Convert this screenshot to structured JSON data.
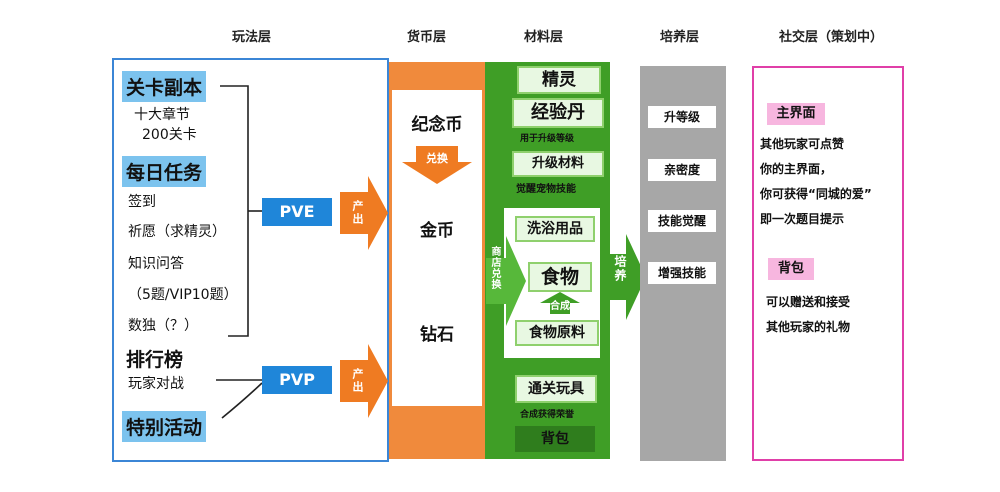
{
  "headers": {
    "play": "玩法层",
    "currency": "货币层",
    "material": "材料层",
    "train": "培养层",
    "social": "社交层（策划中）"
  },
  "play": {
    "stage": "关卡副本",
    "stage_sub1": "十大章节",
    "stage_sub2": "200关卡",
    "daily": "每日任务",
    "daily_items": [
      "签到",
      "祈愿（求精灵）",
      "知识问答",
      "（5题/VIP10题）",
      "数独（？）"
    ],
    "rank": "排行榜",
    "rank_sub": "玩家对战",
    "special": "特别活动",
    "pve": "PVE",
    "pvp": "PVP",
    "output1": "产出",
    "output2": "产出"
  },
  "currency": {
    "memorial": "纪念币",
    "exchange": "兑换",
    "gold": "金币",
    "diamond": "钻石"
  },
  "material": {
    "spirit": "精灵",
    "exp_pill": "经验丹",
    "exp_pill_sub": "用于升级等级",
    "upgrade_mat": "升级材料",
    "upgrade_mat_sub": "觉醒宠物技能",
    "bath": "洗浴用品",
    "food": "食物",
    "synth": "合成",
    "food_raw": "食物原料",
    "shop_exchange": "商店兑换",
    "toy": "通关玩具",
    "toy_sub": "合成获得荣誉",
    "bag": "背包"
  },
  "train": {
    "arrow": "培养",
    "items": [
      "升等级",
      "亲密度",
      "技能觉醒",
      "增强技能"
    ]
  },
  "social": {
    "main_ui": "主界面",
    "main_lines": [
      "其他玩家可点赞",
      "你的主界面，",
      "你可获得“同城的爱”",
      "即一次题目提示"
    ],
    "bag": "背包",
    "bag_lines": [
      "可以赠送和接受",
      "其他玩家的礼物"
    ]
  },
  "colors": {
    "play_border": "#3b86d6",
    "currency_orange": "#f08a3c",
    "material_green": "#3f9e26",
    "train_gray": "#a7a7a7",
    "social_border": "#e03fa8",
    "pve_blue": "#1f86d9"
  }
}
